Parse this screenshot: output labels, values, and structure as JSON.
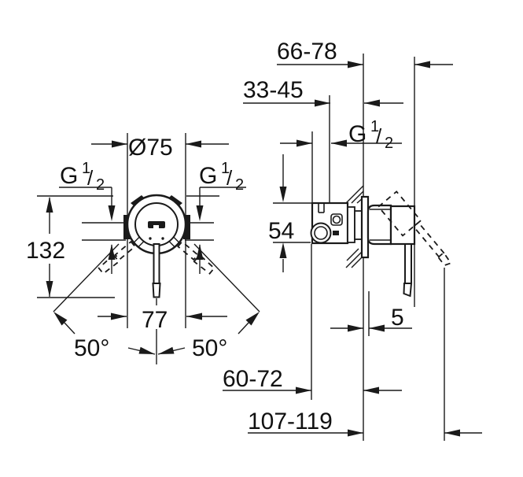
{
  "drawing": {
    "description": "Installation dimension drawing of concealed single-lever shower mixer, front view and side view",
    "background_color": "#ffffff",
    "line_color": "#1a1a1a",
    "thread": {
      "g": "G",
      "numerator": "1",
      "slash": "/",
      "denominator": "2"
    },
    "front_view": {
      "diameter": "Ø75",
      "height": "132",
      "width": "77",
      "swing_angle_left": "50°",
      "swing_angle_right": "50°"
    },
    "side_view": {
      "wall_to_handle": "66-78",
      "wall_to_pipe": "33-45",
      "body_height": "54",
      "escutcheon_depth": "5",
      "rough_in_depth": "60-72",
      "total_depth": "107-119"
    }
  }
}
